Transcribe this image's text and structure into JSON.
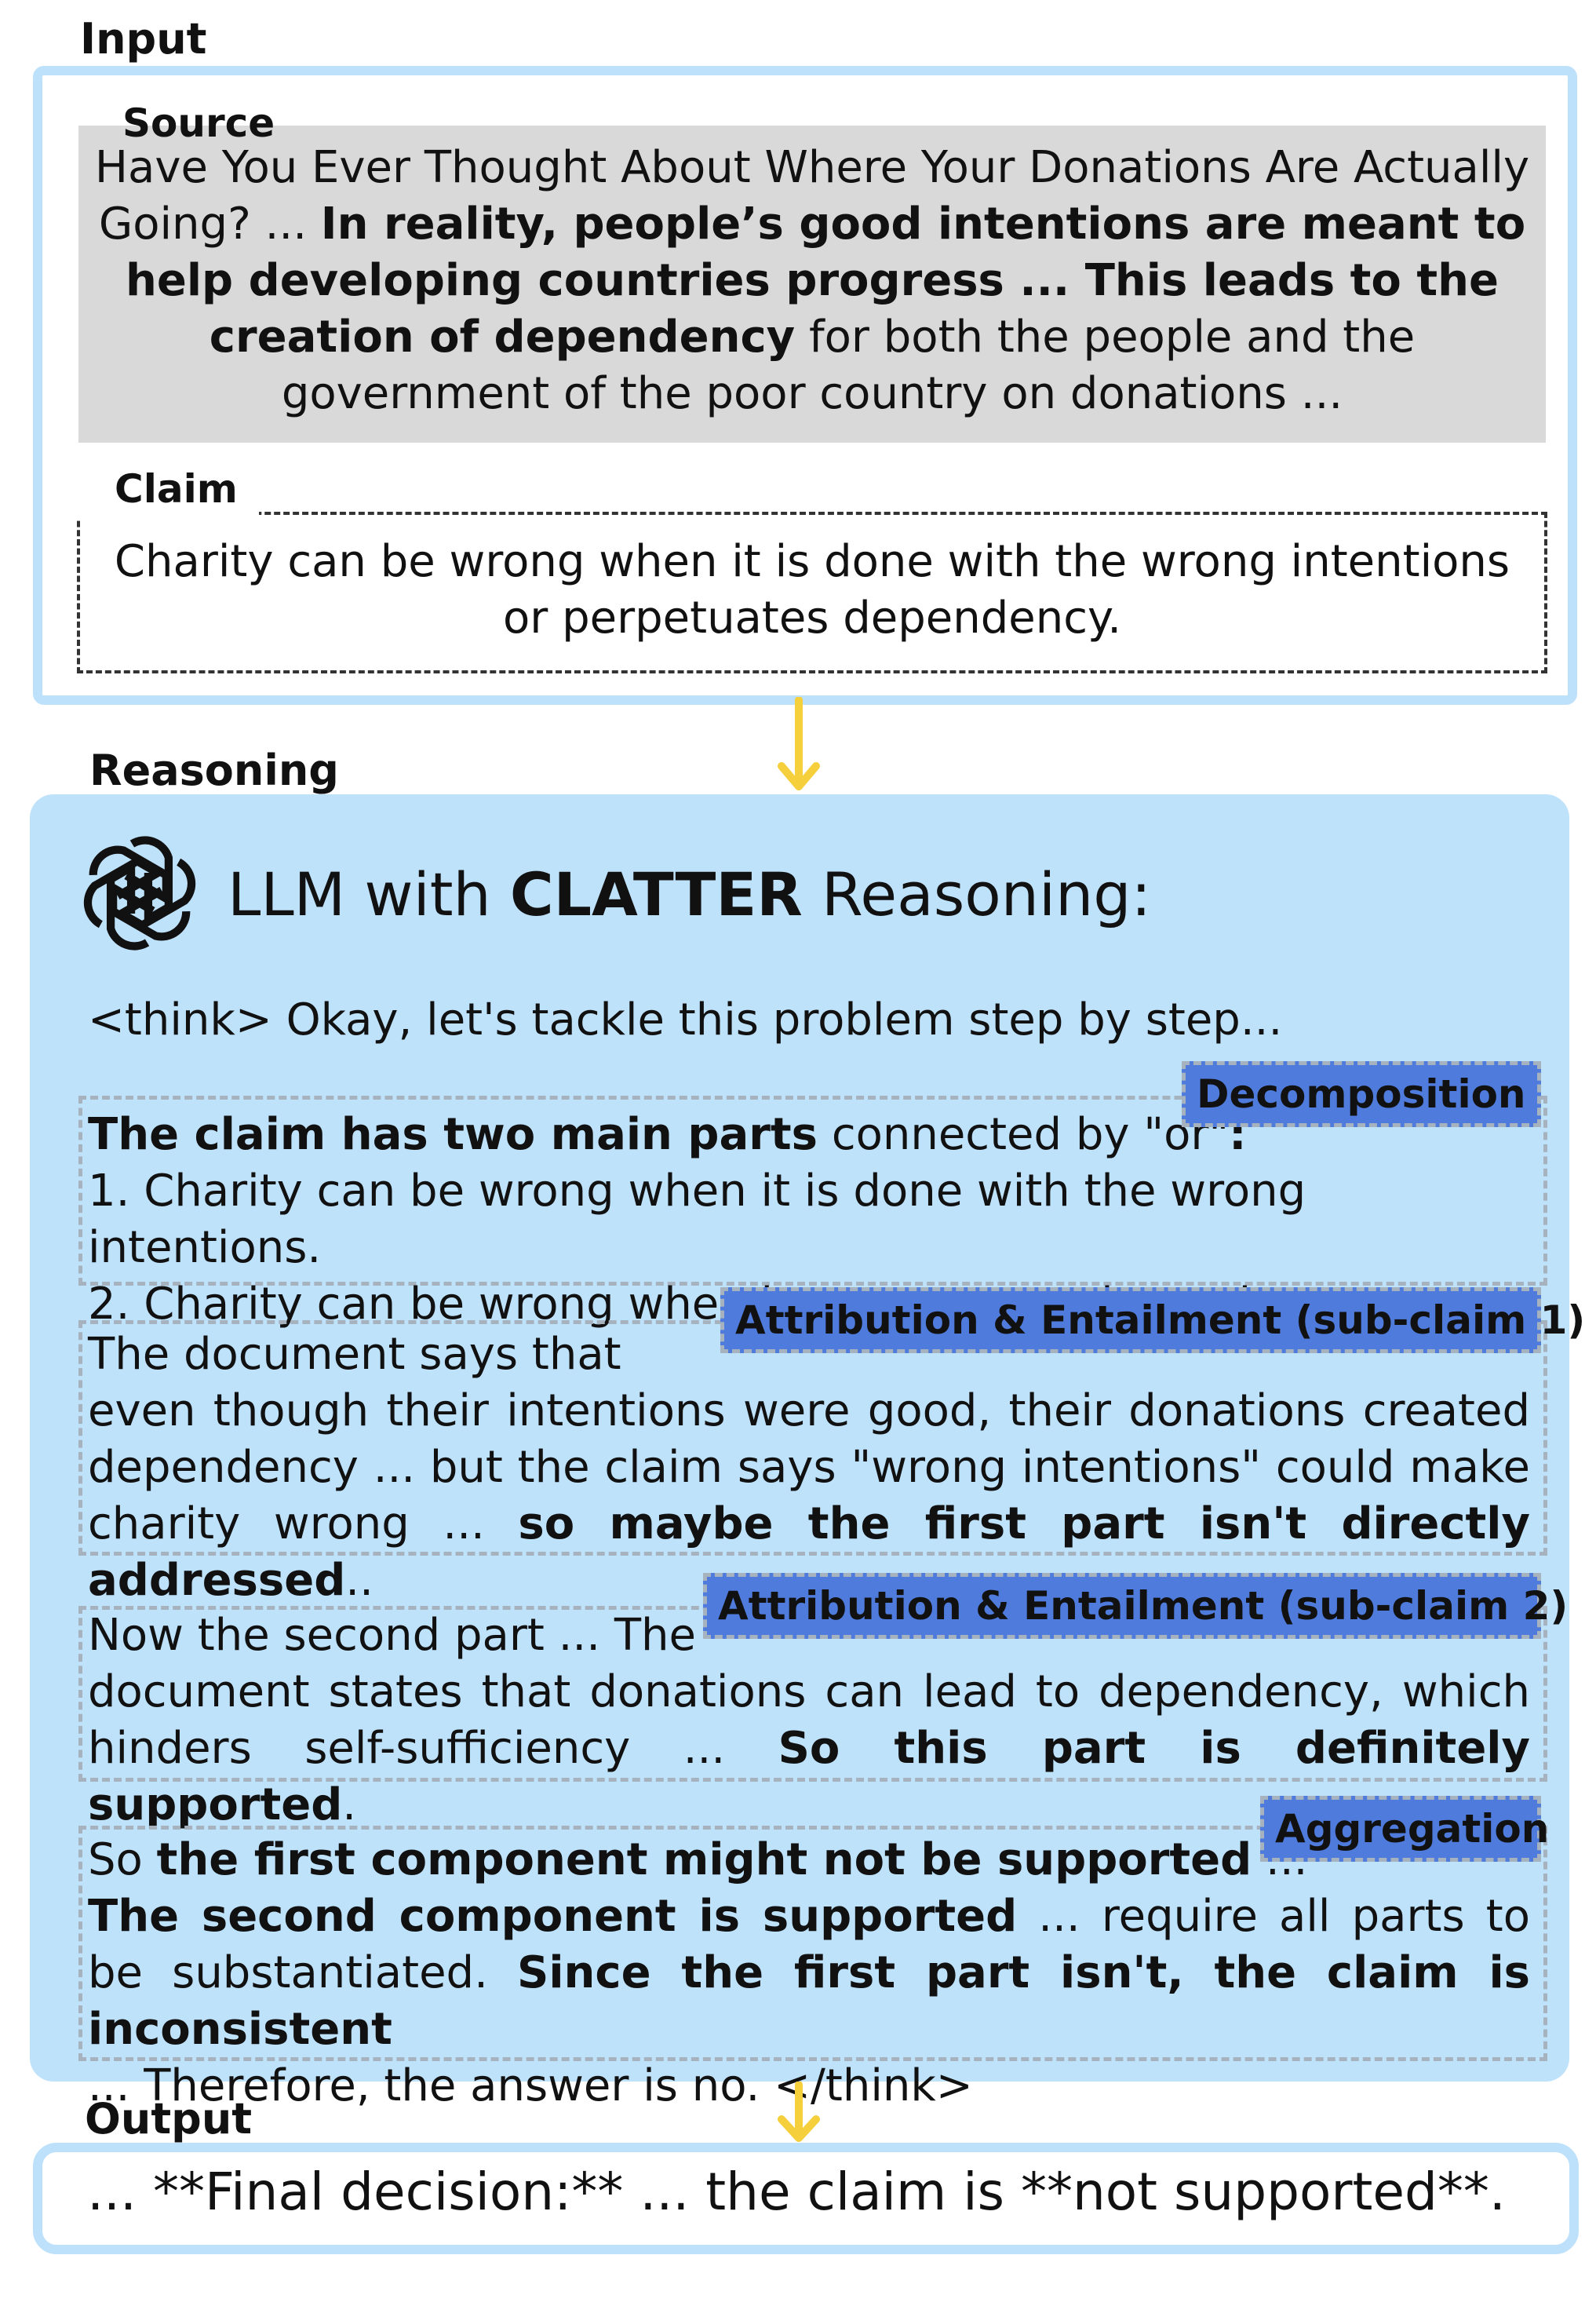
{
  "labels": {
    "input": "Input",
    "source": "Source",
    "claim": "Claim",
    "reasoning": "Reasoning",
    "output": "Output"
  },
  "source": {
    "text_1": "Have You Ever Thought About Where Your Donations Are Actually Going? ... ",
    "bold_1": "In reality, people’s good intentions are meant to help developing countries progress ... This leads to the creation of dependency",
    "text_2": " for both the people and the government of the poor country on donations ..."
  },
  "claim": {
    "text": "Charity can be wrong when it is done with the wrong intentions or perpetuates dependency."
  },
  "reasoning": {
    "title_prefix": "LLM with ",
    "title_bold": "CLATTER",
    "title_suffix": " Reasoning:",
    "think_open": "<think> Okay, let's tackle this problem step by step...",
    "steps": [
      {
        "tag": "Decomposition",
        "bold_a": "The claim has two main parts",
        "text_a": " connected by \"or\"",
        "bold_b": ":",
        "line_2": "1. Charity can be wrong when it is done with the wrong intentions.",
        "line_3": "2. Charity can be wrong when it perpetuates dependency..."
      },
      {
        "tag": "Attribution & Entailment (sub-claim 1)",
        "text_a": "The document says that",
        "text_b": "even though their intentions were good, their donations created dependency ... but the claim says \"wrong intentions\" could make charity wrong ... ",
        "bold_b": "so maybe the first part isn't directly addressed",
        "end_b": ".."
      },
      {
        "tag": "Attribution & Entailment (sub-claim 2)",
        "text_a": "Now the second part ... The",
        "text_b": "document states that donations can lead to dependency, which hinders self-sufficiency ... ",
        "bold_b": "So this part is definitely supported",
        "end_b": "."
      },
      {
        "tag": "Aggregation",
        "text_a": "So ",
        "bold_a": "the first component might not be supported",
        "end_a": " ...",
        "bold_b": "The second component is supported",
        "text_b": " ... require all parts to be substantiated. ",
        "bold_c": "Since the first part isn't, the claim is inconsistent",
        "text_c": "... Therefore, the answer is no. </think>"
      }
    ]
  },
  "output": {
    "text": "... **Final decision:** ... the claim is **not supported**."
  },
  "colors": {
    "input_border": "#bde0fb",
    "reasoning_bg": "#bfe2fb",
    "source_bg": "#d9d9d9",
    "tag_bg": "#4f7cdc",
    "arrow": "#f5cf3c"
  },
  "icons": [
    "openai-logo-icon",
    "arrow-down-icon"
  ]
}
